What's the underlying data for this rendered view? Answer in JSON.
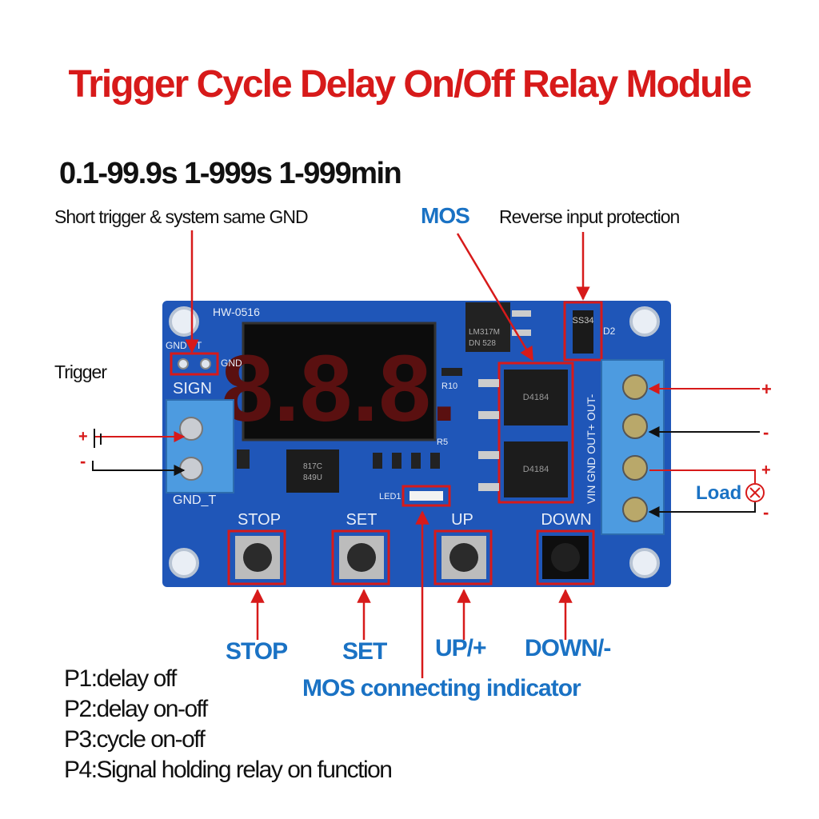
{
  "title": "Trigger Cycle Delay On/Off Relay Module",
  "ranges": "0.1-99.9s  1-999s  1-999min",
  "labels": {
    "short_trigger": "Short trigger &  system same GND",
    "mos": "MOS",
    "reverse_protection": "Reverse input protection",
    "trigger": "Trigger",
    "load": "Load",
    "plus": "+",
    "minus": "-",
    "stop": "STOP",
    "set": "SET",
    "up": "UP/+",
    "down": "DOWN/-",
    "mos_indicator": "MOS connecting indicator"
  },
  "board": {
    "model": "HW-0516",
    "display": "8.8.8.",
    "sign_label": "SIGN",
    "gnd_label": "GND",
    "gnd_t_label": "GND_T",
    "t_label": "T",
    "led_label": "LED1",
    "r10_label": "R10",
    "r5_label": "R5",
    "d2_label": "D2",
    "diode_code": "SS34",
    "regulator_line1": "LM317M",
    "regulator_line2": "DN 528",
    "opto_line1": "817C",
    "opto_line2": "849U",
    "mosfet_code": "D4184",
    "terminal_label": "VIN GND OUT+ OUT-",
    "buttons": [
      "STOP",
      "SET",
      "UP",
      "DOWN"
    ]
  },
  "programs": [
    "P1:delay off",
    "P2:delay on-off",
    "P3:cycle on-off",
    "P4:Signal holding relay on function"
  ],
  "colors": {
    "title": "#d71a1a",
    "callout": "#d71a1a",
    "blue_label": "#1a72c4",
    "board": "#1f56b8",
    "terminal": "#4d9be0"
  }
}
